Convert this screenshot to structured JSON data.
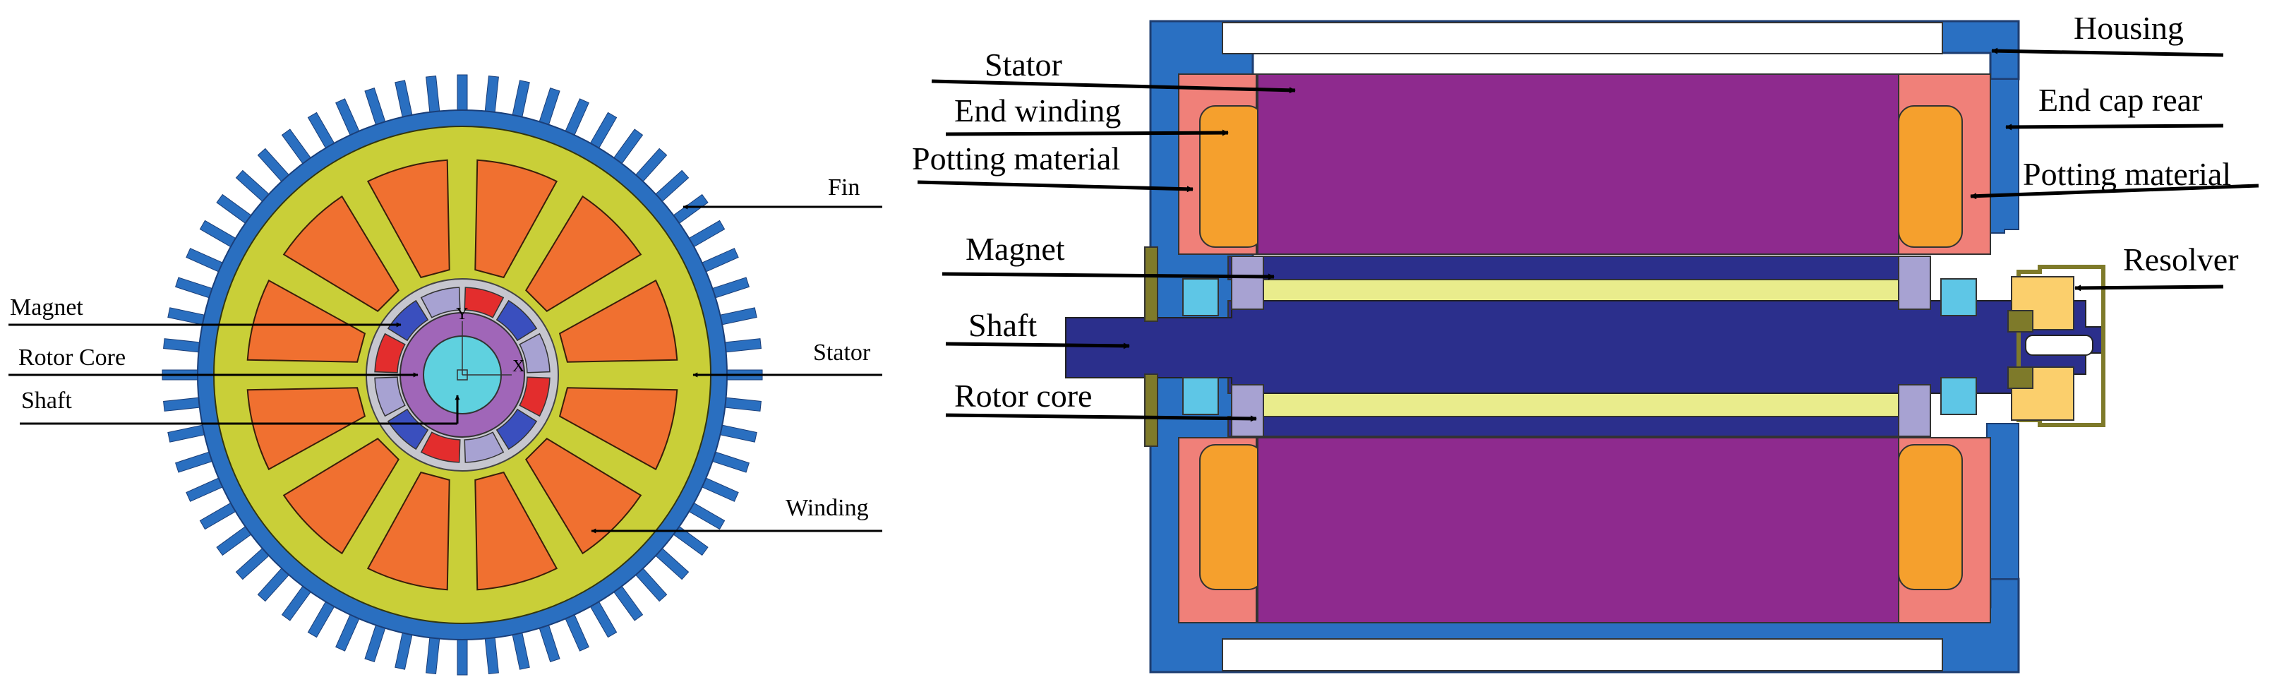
{
  "left_diagram": {
    "labels": {
      "fin": "Fin",
      "stator": "Stator",
      "winding": "Winding",
      "magnet": "Magnet",
      "rotor_core": "Rotor Core",
      "shaft": "Shaft",
      "axis_x": "X",
      "axis_y": "Y"
    },
    "fin_count": 60,
    "winding_slot_count": 12
  },
  "right_diagram": {
    "labels": {
      "stator": "Stator",
      "end_winding": "End winding",
      "potting_left": "Potting material",
      "magnet": "Magnet",
      "shaft": "Shaft",
      "rotor_core": "Rotor core",
      "housing": "Housing",
      "end_cap_rear": "End cap rear",
      "potting_right": "Potting material",
      "resolver": "Resolver"
    }
  },
  "colors": {
    "housing_blue": "#2a70c2",
    "fin_blue": "#2a6fc0",
    "stator_yellow": "#c9cf38",
    "winding_orange": "#f07030",
    "stator_purple": "#8e2a8e",
    "end_cap_pink": "#f08079",
    "potting_orange": "#f5a02d",
    "shaft_navy": "#2b2f8c",
    "magnet_red": "#e32d2d",
    "rotor_lavender": "#a066b8",
    "shaft_cyan": "#5fd1df",
    "bearing_cyan": "#5ec6e6",
    "pale_yellow": "#e9ec8c",
    "lavender_ring": "#a7a2d2",
    "resolver_gold": "#fbcf6c",
    "bracket_olive": "#7e7a2a"
  }
}
